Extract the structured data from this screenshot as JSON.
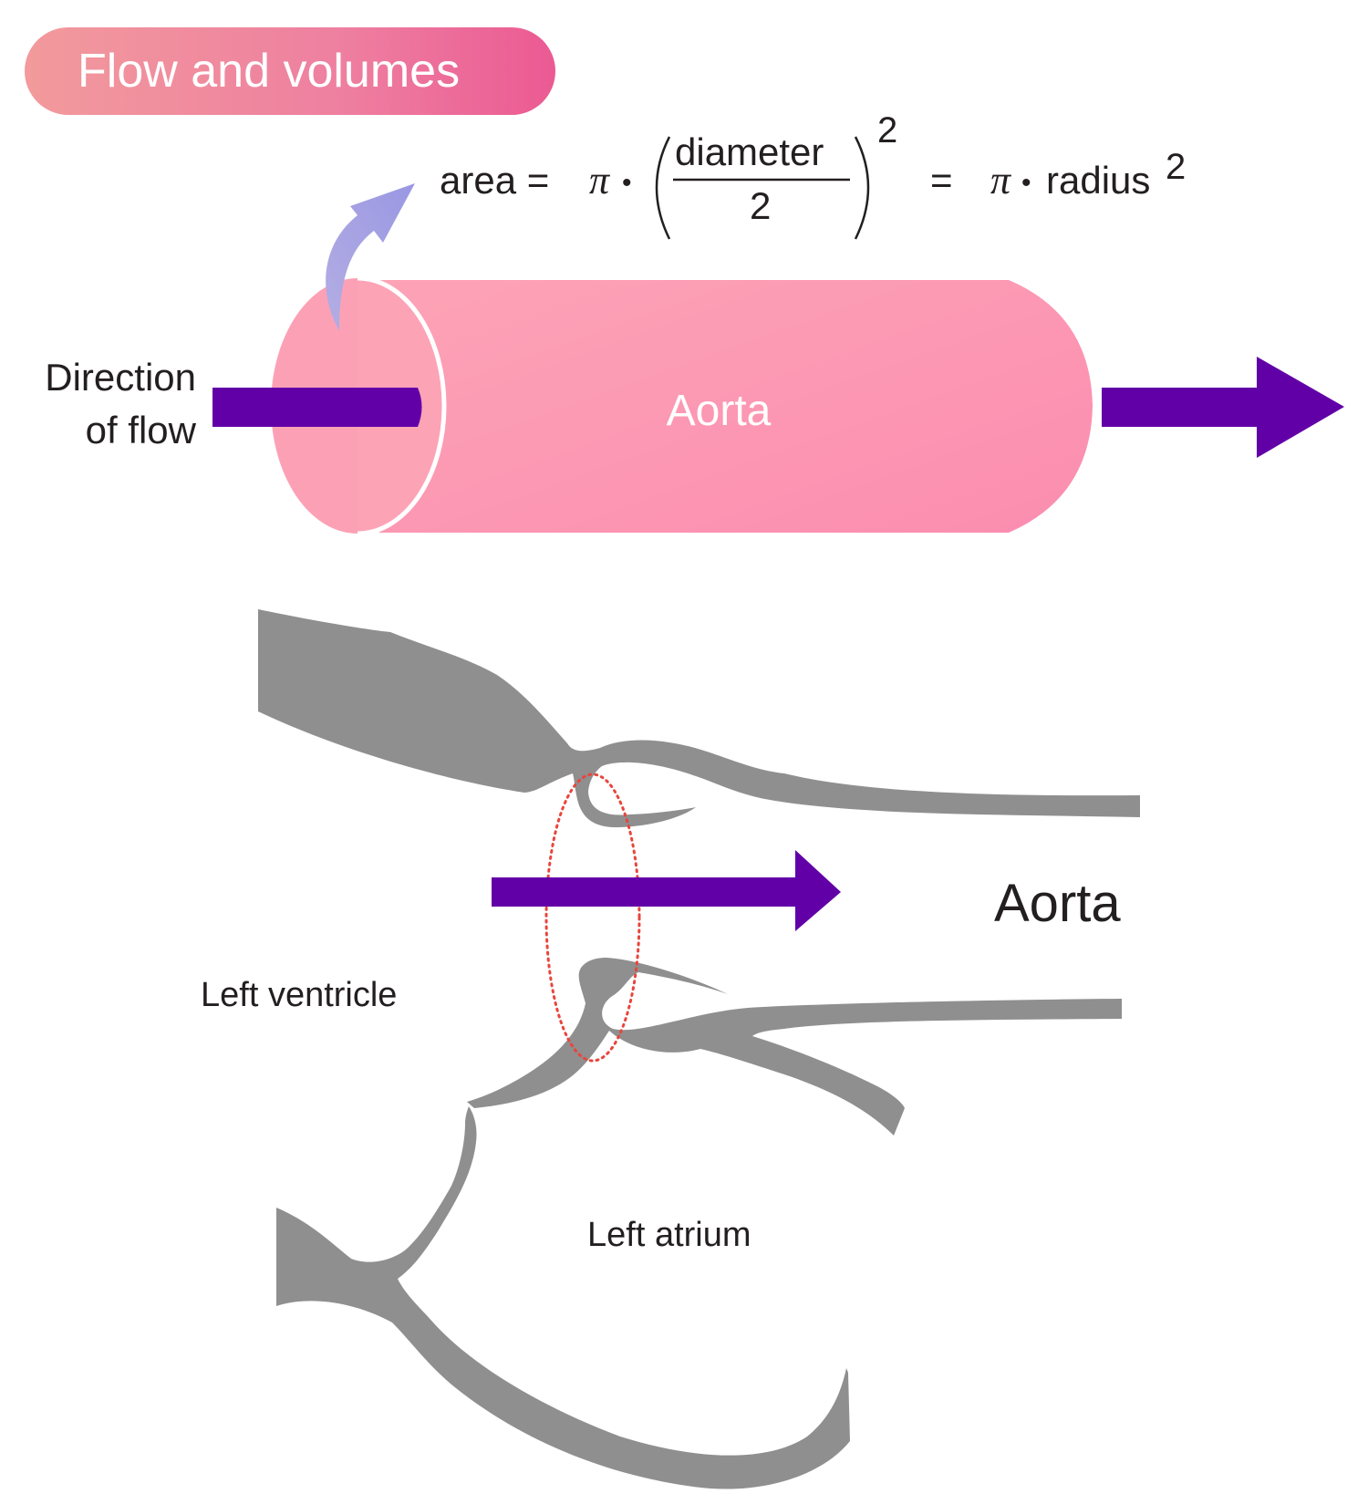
{
  "title": "Flow and volumes",
  "formula": {
    "lhs": "area =",
    "pi": "π",
    "dot": "•",
    "numerator": "diameter",
    "denominator": "2",
    "exponent": "2",
    "equals": "=",
    "radius": "radius",
    "radius_exponent": "2"
  },
  "cylinder_label": "Aorta",
  "direction_label": [
    "Direction",
    "of flow"
  ],
  "heart": {
    "aorta_label": "Aorta",
    "left_ventricle_label": "Left ventricle",
    "left_atrium_label": "Left atrium"
  },
  "colors": {
    "title_gradient_start": "#f29a9c",
    "title_gradient_end": "#eb5a93",
    "cylinder_fill": "#fda3b6",
    "arrow_purple": "#6200a8",
    "curved_arrow": "#a3a0e3",
    "tissue_gray": "#8f8f8f",
    "dotted_ellipse": "#e8453c"
  }
}
